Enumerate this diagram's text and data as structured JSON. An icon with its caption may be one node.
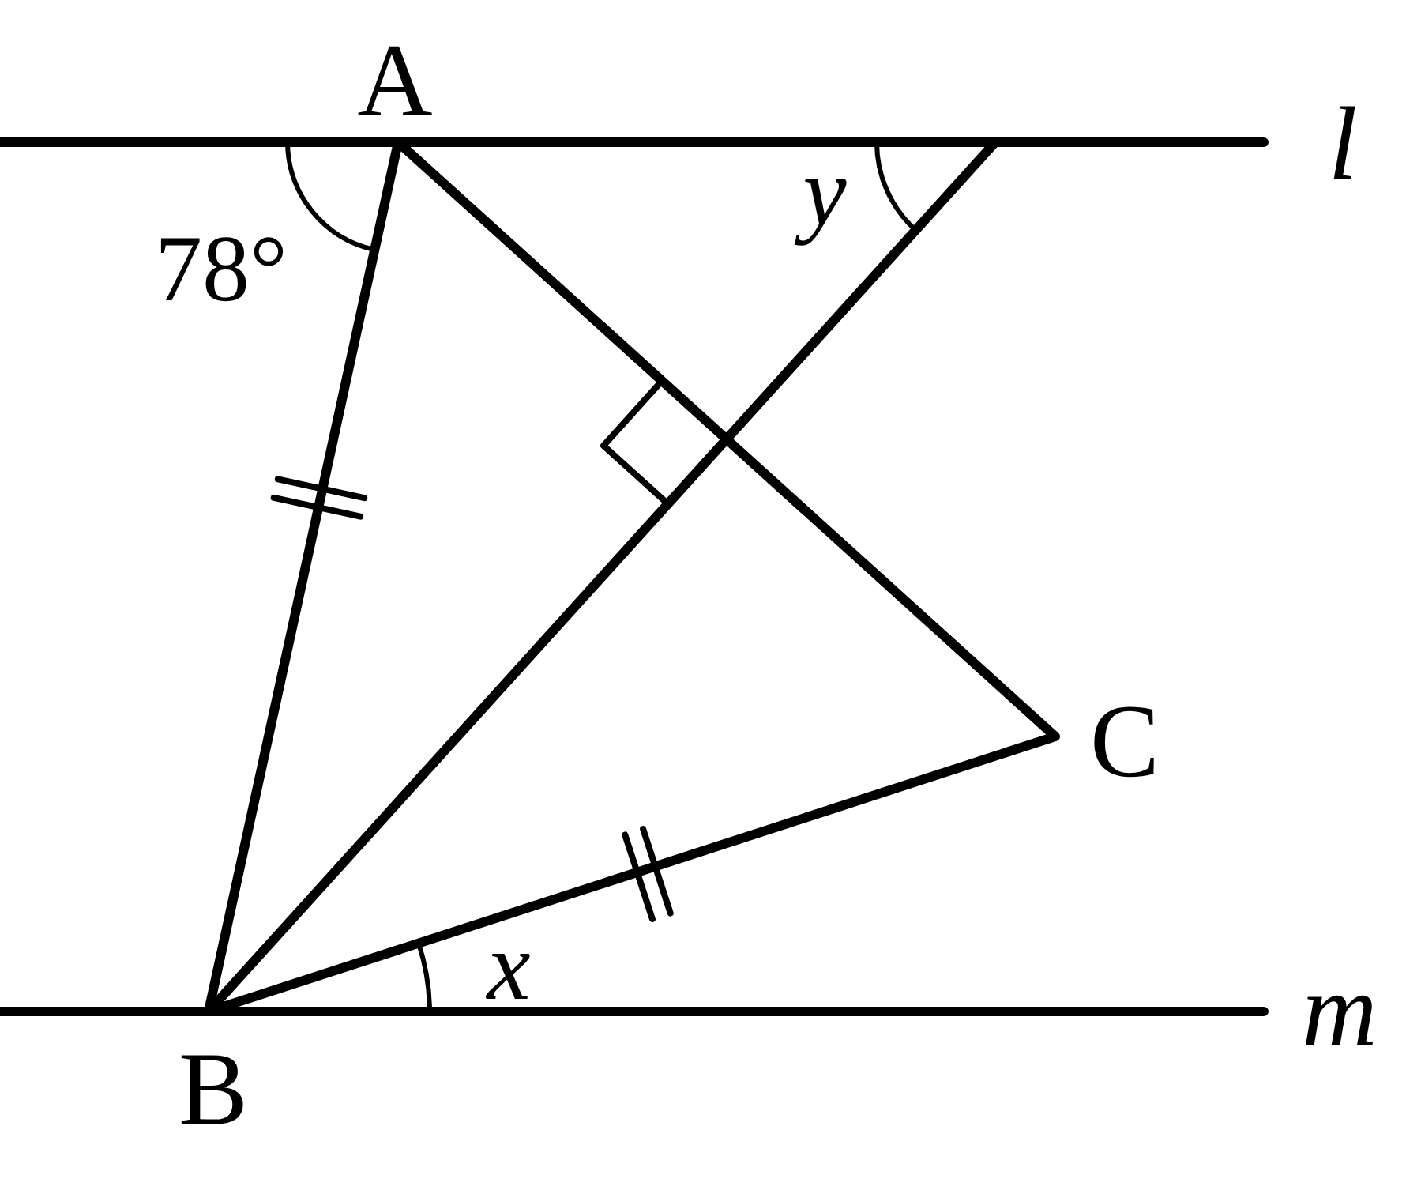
{
  "diagram": {
    "labels": [
      "A",
      "l",
      "y",
      "78°",
      "C",
      "x",
      "m",
      "B"
    ]
  }
}
